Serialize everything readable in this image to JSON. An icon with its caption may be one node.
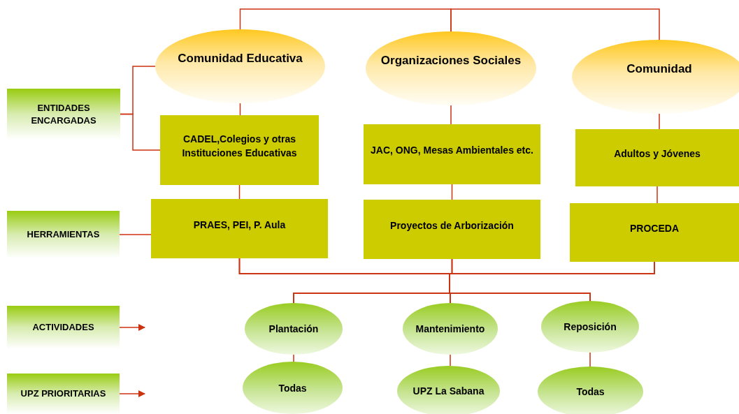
{
  "diagram": {
    "nodes": [
      {
        "text": [
          "Comunidad Educativa"
        ]
      },
      {
        "text": [
          "Organizaciones Sociales"
        ]
      },
      {
        "text": [
          "Comunidad"
        ]
      },
      {
        "text": [
          "ENTIDADES ENCARGADAS"
        ]
      },
      {
        "text": [
          "CADEL,Colegios y otras Instituciones Educativas"
        ]
      },
      {
        "text": [
          "JAC, ONG, Mesas Ambientales etc."
        ]
      },
      {
        "text": [
          "Adultos y Jóvenes"
        ]
      },
      {
        "text": [
          "HERRAMIENTAS"
        ]
      },
      {
        "text": [
          "PRAES, PEI, P. Aula"
        ]
      },
      {
        "text": [
          "Proyectos de Arborización"
        ]
      },
      {
        "text": [
          "PROCEDA"
        ]
      },
      {
        "text": [
          "ACTIVIDADES"
        ]
      },
      {
        "text": [
          "Plantación"
        ]
      },
      {
        "text": [
          "Mantenimiento"
        ]
      },
      {
        "text": [
          "Reposición"
        ]
      },
      {
        "text": [
          "UPZ PRIORITARIAS"
        ]
      },
      {
        "text": [
          "Todas"
        ]
      },
      {
        "text": [
          "UPZ La Sabana"
        ]
      },
      {
        "text": [
          "Todas"
        ]
      }
    ],
    "edges": [
      {
        "from": 0,
        "to": 1,
        "arrow": "none"
      },
      {
        "from": 1,
        "to": 2,
        "arrow": "none"
      },
      {
        "from": 3,
        "to": 0,
        "arrow": "none"
      },
      {
        "from": 3,
        "to": 4,
        "arrow": "none"
      },
      {
        "from": 0,
        "to": 4,
        "arrow": "none"
      },
      {
        "from": 1,
        "to": 5,
        "arrow": "none"
      },
      {
        "from": 2,
        "to": 6,
        "arrow": "none"
      },
      {
        "from": 4,
        "to": 8,
        "arrow": "none"
      },
      {
        "from": 5,
        "to": 9,
        "arrow": "none"
      },
      {
        "from": 6,
        "to": 10,
        "arrow": "none"
      },
      {
        "from": 7,
        "to": 8,
        "arrow": "none"
      },
      {
        "from": 8,
        "to": 12,
        "arrow": "none"
      },
      {
        "from": 8,
        "to": 13,
        "arrow": "none"
      },
      {
        "from": 8,
        "to": 14,
        "arrow": "none"
      },
      {
        "from": 9,
        "to": 12,
        "arrow": "none"
      },
      {
        "from": 9,
        "to": 13,
        "arrow": "none"
      },
      {
        "from": 9,
        "to": 14,
        "arrow": "none"
      },
      {
        "from": 10,
        "to": 12,
        "arrow": "none"
      },
      {
        "from": 10,
        "to": 13,
        "arrow": "none"
      },
      {
        "from": 10,
        "to": 14,
        "arrow": "none"
      },
      {
        "from": 12,
        "to": 16,
        "arrow": "none"
      },
      {
        "from": 13,
        "to": 17,
        "arrow": "none"
      },
      {
        "from": 14,
        "to": 18,
        "arrow": "none"
      },
      {
        "from": 11,
        "to": null,
        "arrow": "to"
      },
      {
        "from": 15,
        "to": null,
        "arrow": "to"
      }
    ]
  }
}
